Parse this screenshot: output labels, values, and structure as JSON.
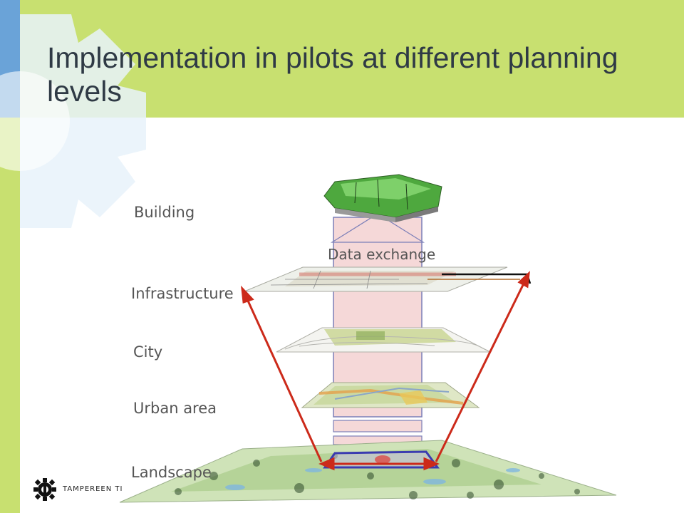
{
  "slide": {
    "title": "Implementation in pilots at different planning levels"
  },
  "diagram": {
    "levels": [
      "Building",
      "Infrastructure",
      "City",
      "Urban area",
      "Landscape"
    ],
    "data_exchange_label": "Data exchange"
  },
  "footer": {
    "logo_text": "TAMPEREEN TI"
  },
  "colors": {
    "title_band": "#c8e070",
    "accent_blue": "#6aa3d8",
    "arrow_red": "#cc2a1a",
    "channel_pink": "#f5d8d8",
    "channel_border": "#7b7fb8"
  }
}
